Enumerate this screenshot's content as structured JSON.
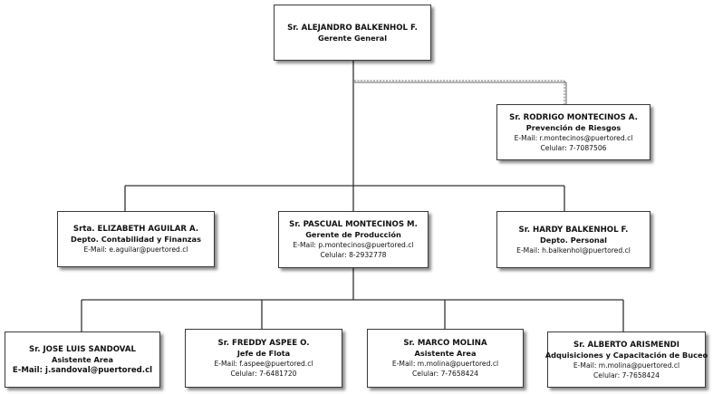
{
  "gerente": {
    "name": "Sr. ALEJANDRO BALKENHOL F.",
    "title": "Gerente General"
  },
  "riesgos": {
    "name": "Sr. RODRIGO MONTECINOS A.",
    "title": "Prevención de Riesgos",
    "email": "E-Mail: r.montecinos@puertored.cl",
    "phone": "Celular: 7-7087506"
  },
  "contabilidad": {
    "name": "Srta. ELIZABETH AGUILAR A.",
    "title": "Depto. Contabilidad y Finanzas",
    "email": "E-Mail: e.aguilar@puertored.cl"
  },
  "produccion": {
    "name": "Sr. PASCUAL MONTECINOS M.",
    "title": "Gerente de Producción",
    "email": "E-Mail: p.montecinos@puertored.cl",
    "phone": "Celular: 8-2932778"
  },
  "personal": {
    "name": "Sr. HARDY BALKENHOL F.",
    "title": "Depto. Personal",
    "email": "E-Mail: h.balkenhol@puertored.cl"
  },
  "sandoval": {
    "name": "Sr. JOSE LUIS SANDOVAL",
    "title": "Asistente Area",
    "email": "E-Mail: j.sandoval@puertored.cl"
  },
  "aspee": {
    "name": "Sr. FREDDY ASPEE O.",
    "title": "Jefe de Flota",
    "email": "E-Mail: f.aspee@puertored.cl",
    "phone": "Celular: 7-6481720"
  },
  "molina": {
    "name": "Sr. MARCO MOLINA",
    "title": "Asistente Area",
    "email": "E-Mail: m.molina@puertored.cl",
    "phone": "Celular: 7-7658424"
  },
  "arismendi": {
    "name": "Sr. ALBERTO ARISMENDI",
    "title": "Adquisiciones y Capacitación de Buceo",
    "email": "E-Mail: m.molina@puertored.cl",
    "phone": "Celular: 7-7658424"
  },
  "colors": {
    "line": "#333333",
    "border": "#3a3a3a",
    "dashed": "#888888"
  }
}
